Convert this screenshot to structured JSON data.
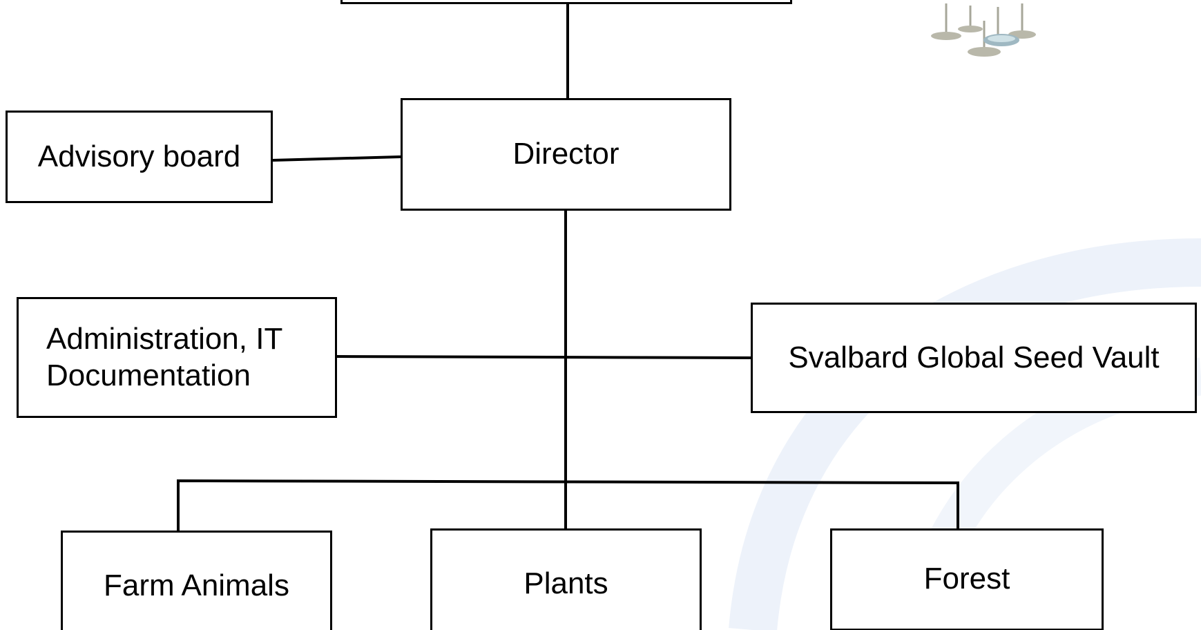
{
  "diagram": {
    "nodes": {
      "advisory_board": "Advisory board",
      "director": "Director",
      "administration": [
        "Administration, IT",
        "Documentation"
      ],
      "seed_vault": "Svalbard Global Seed Vault",
      "farm_animals": "Farm Animals",
      "plants": "Plants",
      "forest": "Forest"
    },
    "edges": [
      [
        "top-box",
        "director"
      ],
      [
        "advisory_board",
        "director"
      ],
      [
        "director",
        "administration"
      ],
      [
        "director",
        "seed_vault"
      ],
      [
        "director",
        "farm_animals"
      ],
      [
        "director",
        "plants"
      ],
      [
        "director",
        "forest"
      ]
    ]
  },
  "decor": {
    "logo_icon": "plant-stands-icon",
    "background_arc_color": "#eaf0f9"
  }
}
